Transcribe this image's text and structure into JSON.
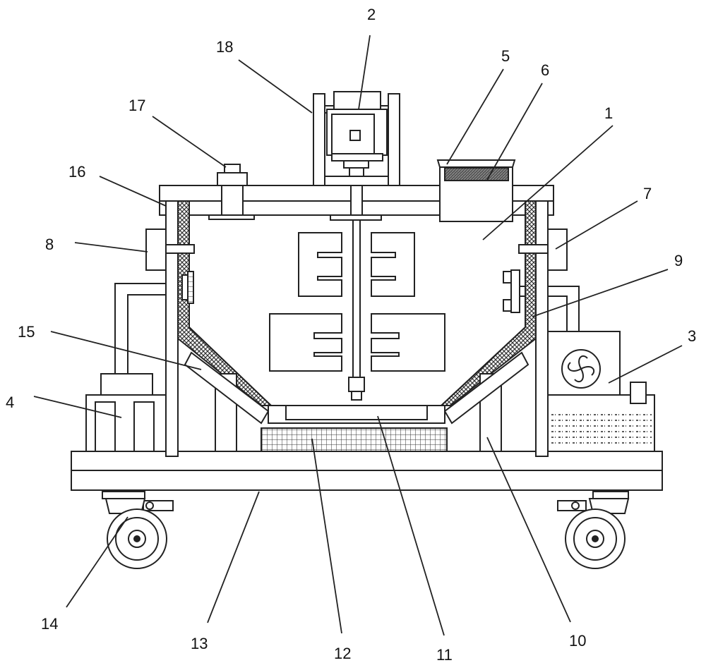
{
  "callouts": {
    "c1": "1",
    "c2": "2",
    "c3": "3",
    "c4": "4",
    "c5": "5",
    "c6": "6",
    "c7": "7",
    "c8": "8",
    "c9": "9",
    "c10": "10",
    "c11": "11",
    "c12": "12",
    "c13": "13",
    "c14": "14",
    "c15": "15",
    "c16": "16",
    "c17": "17",
    "c18": "18"
  },
  "colors": {
    "line": "#222222",
    "hatch": "#555555",
    "fill": "#ffffff"
  }
}
